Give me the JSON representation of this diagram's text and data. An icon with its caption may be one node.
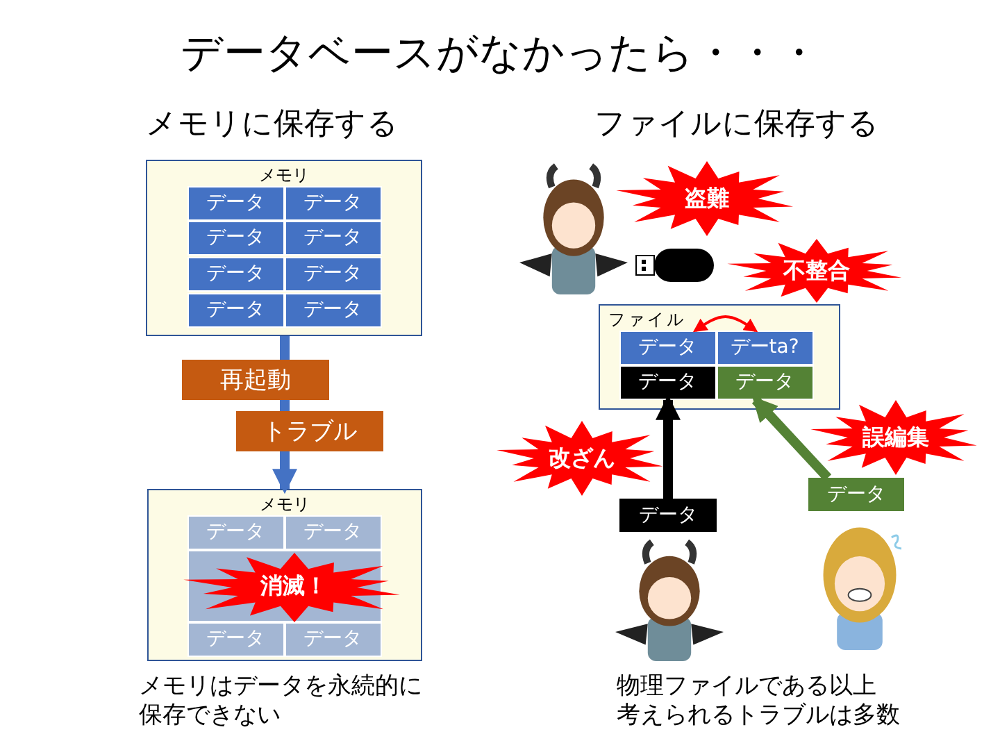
{
  "diagram": {
    "title": "データベースがなかったら・・・",
    "nodes": [
      {
        "text": [
          "メモリ"
        ]
      },
      {
        "text": [
          "データ"
        ],
        "in": 0
      },
      {
        "text": [
          "データ"
        ],
        "in": 0
      },
      {
        "text": [
          "データ"
        ],
        "in": 0
      },
      {
        "text": [
          "データ"
        ],
        "in": 0
      },
      {
        "text": [
          "データ"
        ],
        "in": 0
      },
      {
        "text": [
          "データ"
        ],
        "in": 0
      },
      {
        "text": [
          "データ"
        ],
        "in": 0
      },
      {
        "text": [
          "データ"
        ],
        "in": 0
      },
      {
        "text": [
          "再起動"
        ]
      },
      {
        "text": [
          "トラブル"
        ]
      },
      {
        "text": [
          "メモリ"
        ]
      },
      {
        "text": [
          "データ"
        ],
        "in": 11
      },
      {
        "text": [
          "データ"
        ],
        "in": 11
      },
      {
        "text": [
          "データ"
        ],
        "in": 11
      },
      {
        "text": [
          "データ"
        ],
        "in": 11
      },
      {
        "text": [
          "消滅！"
        ],
        "in": 11
      },
      {
        "text": [
          "盗難"
        ]
      },
      {
        "text": [
          "不整合"
        ]
      },
      {
        "text": [
          "ファイル"
        ]
      },
      {
        "text": [
          "データ"
        ],
        "in": 19
      },
      {
        "text": [
          "デーta?"
        ],
        "in": 19
      },
      {
        "text": [
          "データ"
        ],
        "in": 19
      },
      {
        "text": [
          "データ"
        ],
        "in": 19
      },
      {
        "text": [
          "改ざん"
        ]
      },
      {
        "text": [
          "誤編集"
        ]
      },
      {
        "text": [
          "データ"
        ]
      },
      {
        "text": [
          "データ"
        ]
      }
    ],
    "edges": [
      {
        "from": 0,
        "to": 9,
        "arrow": "none",
        "color": "#4472c4"
      },
      {
        "from": 9,
        "to": 10,
        "arrow": "none",
        "color": "#4472c4"
      },
      {
        "from": 10,
        "to": 11,
        "arrow": "to",
        "color": "#4472c4"
      },
      {
        "from": 20,
        "to": 21,
        "arrow": "both",
        "color": "#ff0000"
      },
      {
        "from": 26,
        "to": 22,
        "arrow": "to",
        "color": "#000000"
      },
      {
        "from": 27,
        "to": 23,
        "arrow": "to",
        "color": "#548235"
      }
    ],
    "labels": [
      "メモリに保存する",
      "ファイルに保存する",
      "メモリはデータを永続的に保存できない",
      "物理ファイルである以上考えられるトラブルは多数"
    ]
  }
}
